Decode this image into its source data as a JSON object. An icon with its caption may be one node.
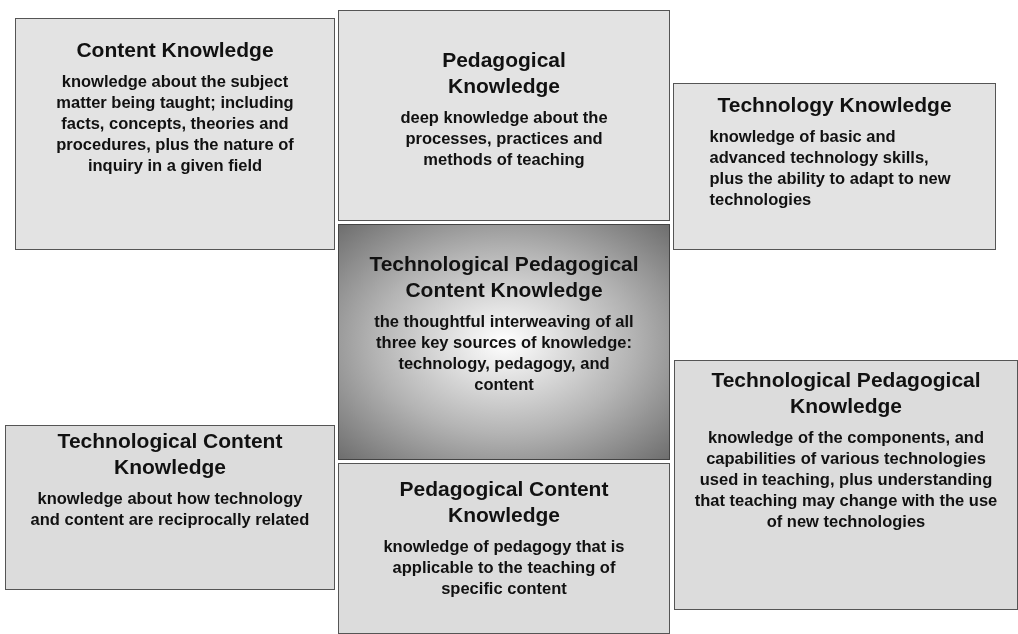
{
  "diagram": {
    "nodes": [
      {
        "text": [
          "Content Knowledge",
          "knowledge about the subject matter being taught; including facts, concepts, theories and procedures, plus the nature of inquiry in a given field"
        ]
      },
      {
        "text": [
          "Pedagogical Knowledge",
          "deep knowledge about the processes, practices and methods of teaching"
        ]
      },
      {
        "text": [
          "Technology Knowledge",
          "knowledge of basic and advanced technology skills, plus the ability to adapt to new technologies"
        ]
      },
      {
        "text": [
          "Technological Pedagogical Content Knowledge",
          "the thoughtful interweaving of all three key sources of knowledge: technology, pedagogy, and content"
        ]
      },
      {
        "text": [
          "Technological Content Knowledge",
          "knowledge about how technology and content are reciprocally related"
        ]
      },
      {
        "text": [
          "Pedagogical Content Knowledge",
          "knowledge of pedagogy that is applicable to the teaching of specific content"
        ]
      },
      {
        "text": [
          "Technological Pedagogical Knowledge",
          "knowledge of the components, and capabilities of various technologies used in teaching, plus understanding that teaching may change with the use of new technologies"
        ]
      }
    ]
  }
}
